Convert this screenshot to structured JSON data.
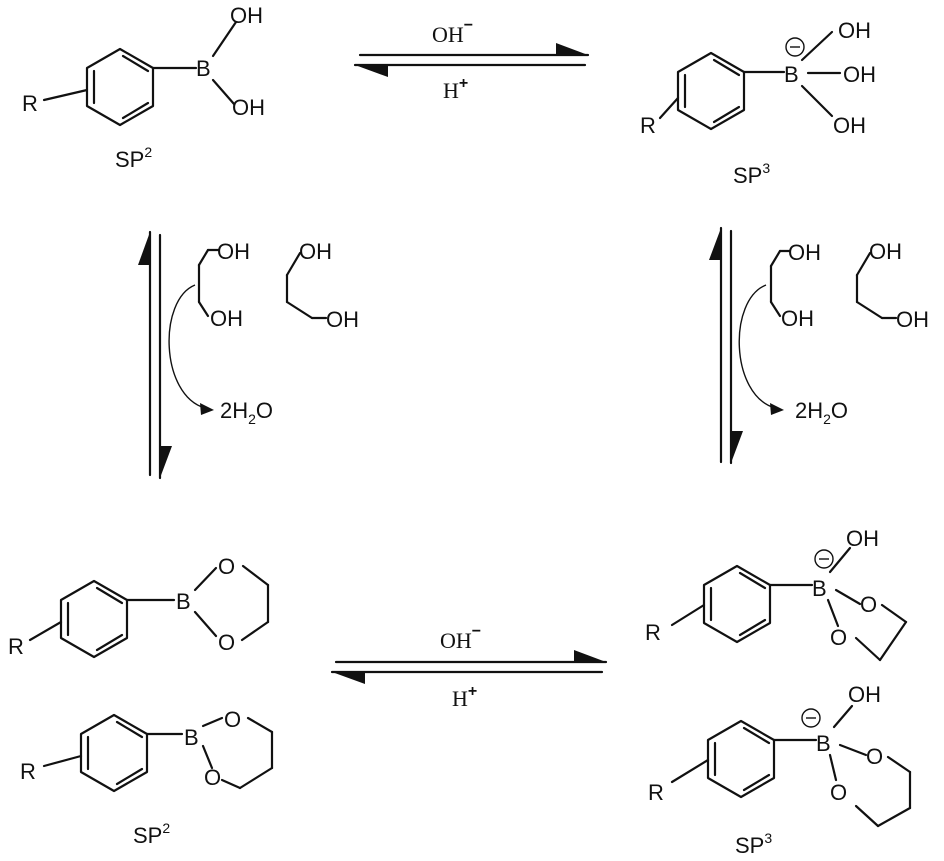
{
  "atoms": {
    "B": "B",
    "O": "O",
    "OH": "OH",
    "R": "R",
    "minus": "−"
  },
  "conditions": {
    "base": "OH",
    "base_charge": "−",
    "acid": "H",
    "acid_charge": "+"
  },
  "labels": {
    "sp_prefix": "SP",
    "sp2_exp": "2",
    "sp3_exp": "3",
    "water_coef": "2H",
    "water_sub": "2",
    "water_tail": "O"
  }
}
